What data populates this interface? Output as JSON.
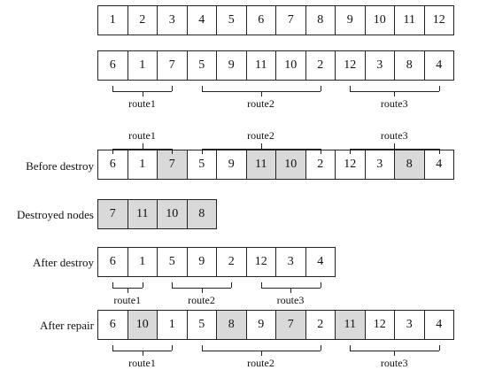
{
  "rows": [
    {
      "id": "index",
      "label": "",
      "cells": [
        {
          "v": "1"
        },
        {
          "v": "2"
        },
        {
          "v": "3"
        },
        {
          "v": "4"
        },
        {
          "v": "5"
        },
        {
          "v": "6"
        },
        {
          "v": "7"
        },
        {
          "v": "8"
        },
        {
          "v": "9"
        },
        {
          "v": "10"
        },
        {
          "v": "11"
        },
        {
          "v": "12"
        }
      ]
    },
    {
      "id": "solution",
      "label": "",
      "cells": [
        {
          "v": "6"
        },
        {
          "v": "1"
        },
        {
          "v": "7"
        },
        {
          "v": "5"
        },
        {
          "v": "9"
        },
        {
          "v": "11"
        },
        {
          "v": "10"
        },
        {
          "v": "2"
        },
        {
          "v": "12"
        },
        {
          "v": "3"
        },
        {
          "v": "8"
        },
        {
          "v": "4"
        }
      ]
    },
    {
      "id": "before-destroy",
      "label": "Before destroy",
      "cells": [
        {
          "v": "6"
        },
        {
          "v": "1"
        },
        {
          "v": "7",
          "hl": true
        },
        {
          "v": "5"
        },
        {
          "v": "9"
        },
        {
          "v": "11",
          "hl": true
        },
        {
          "v": "10",
          "hl": true
        },
        {
          "v": "2"
        },
        {
          "v": "12"
        },
        {
          "v": "3"
        },
        {
          "v": "8",
          "hl": true
        },
        {
          "v": "4"
        }
      ]
    },
    {
      "id": "destroyed-nodes",
      "label": "Destroyed nodes",
      "cells": [
        {
          "v": "7",
          "hl": true
        },
        {
          "v": "11",
          "hl": true
        },
        {
          "v": "10",
          "hl": true
        },
        {
          "v": "8",
          "hl": true
        }
      ]
    },
    {
      "id": "after-destroy",
      "label": "After destroy",
      "cells": [
        {
          "v": "6"
        },
        {
          "v": "1"
        },
        {
          "v": "5"
        },
        {
          "v": "9"
        },
        {
          "v": "2"
        },
        {
          "v": "12"
        },
        {
          "v": "3"
        },
        {
          "v": "4"
        }
      ]
    },
    {
      "id": "after-repair",
      "label": "After repair",
      "cells": [
        {
          "v": "6"
        },
        {
          "v": "10",
          "hl": true
        },
        {
          "v": "1"
        },
        {
          "v": "5"
        },
        {
          "v": "8",
          "hl": true
        },
        {
          "v": "9"
        },
        {
          "v": "7",
          "hl": true
        },
        {
          "v": "2"
        },
        {
          "v": "11",
          "hl": true
        },
        {
          "v": "12"
        },
        {
          "v": "3"
        },
        {
          "v": "4"
        }
      ]
    }
  ],
  "routes": {
    "solution_below": [
      {
        "label": "route1",
        "from": 0,
        "to": 2
      },
      {
        "label": "route2",
        "from": 3,
        "to": 7
      },
      {
        "label": "route3",
        "from": 8,
        "to": 11
      }
    ],
    "before_destroy_above": [
      {
        "label": "route1",
        "from": 0,
        "to": 2
      },
      {
        "label": "route2",
        "from": 3,
        "to": 7
      },
      {
        "label": "route3",
        "from": 8,
        "to": 11
      }
    ],
    "after_destroy_below": [
      {
        "label": "route1",
        "from": 0,
        "to": 1
      },
      {
        "label": "route2",
        "from": 2,
        "to": 4
      },
      {
        "label": "route3",
        "from": 5,
        "to": 7
      }
    ],
    "after_repair_below": [
      {
        "label": "route1",
        "from": 0,
        "to": 2
      },
      {
        "label": "route2",
        "from": 3,
        "to": 7
      },
      {
        "label": "route3",
        "from": 8,
        "to": 11
      }
    ]
  },
  "colors": {
    "highlight": "#d9d9d9",
    "border": "#222222"
  }
}
